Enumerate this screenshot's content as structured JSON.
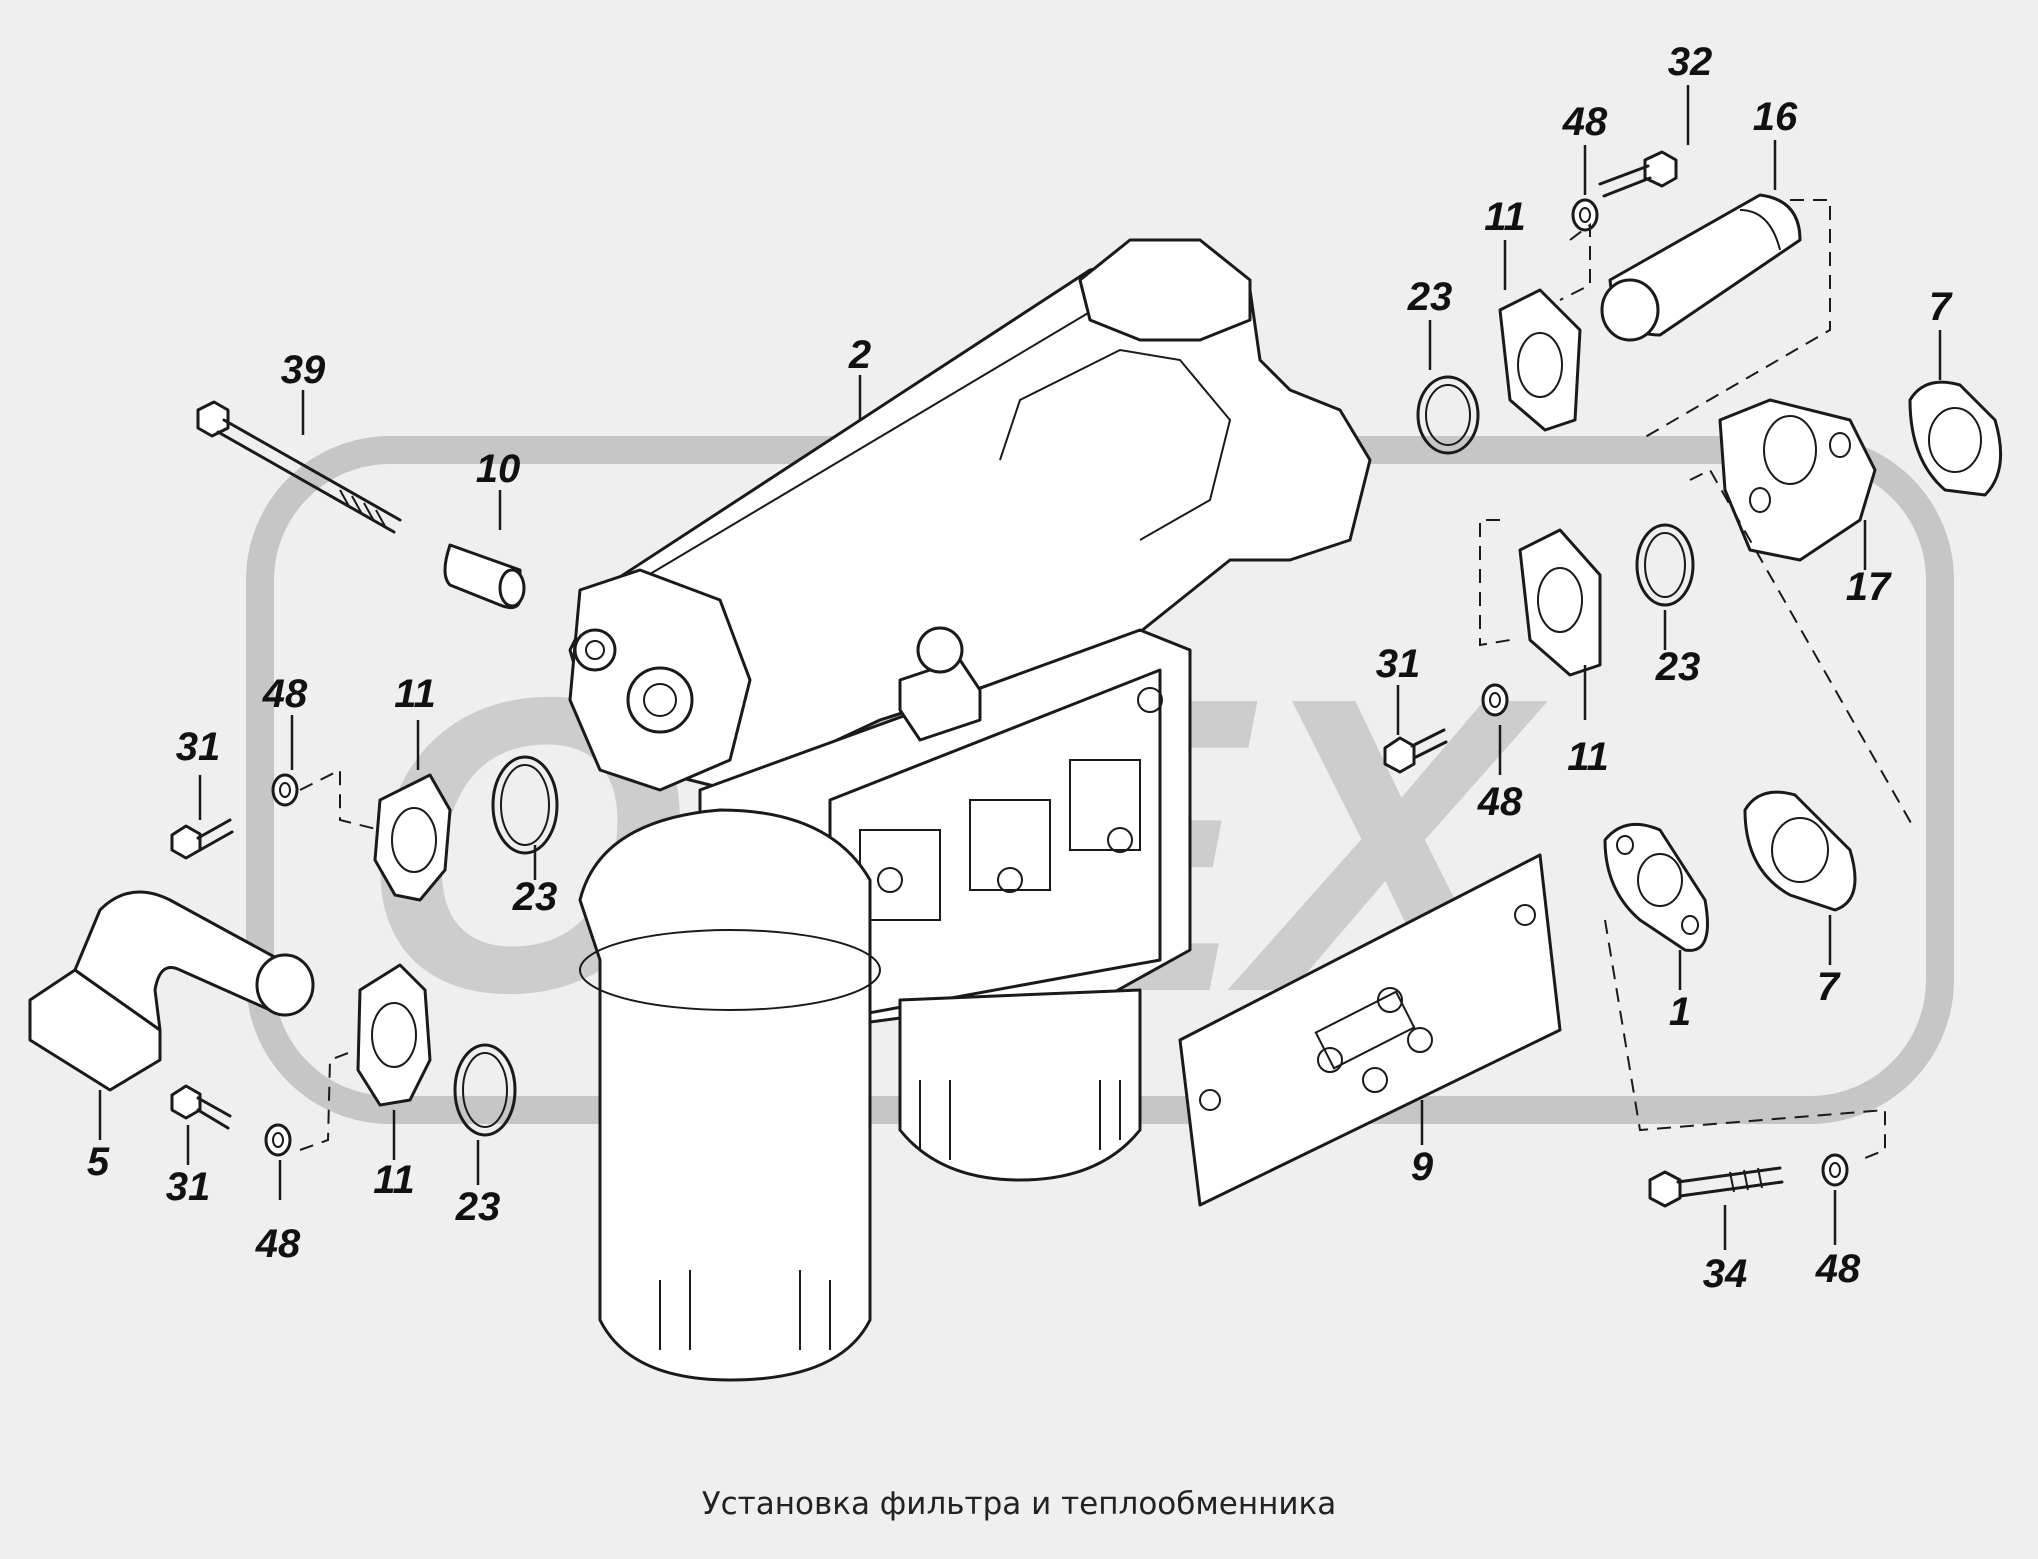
{
  "caption": "Установка фильтра и теплообменника",
  "watermark": {
    "text": "OPEX",
    "color": "#c9c9c9"
  },
  "callouts": {
    "c39": "39",
    "c10": "10",
    "c2": "2",
    "c48_a": "48",
    "c31_a": "31",
    "c11_a": "11",
    "c23_a": "23",
    "c5": "5",
    "c31_b": "31",
    "c48_b": "48",
    "c11_b": "11",
    "c23_b": "23",
    "c32": "32",
    "c48_c": "48",
    "c16": "16",
    "c11_c": "11",
    "c23_c": "23",
    "c7_a": "7",
    "c17": "17",
    "c23_d": "23",
    "c31_c": "31",
    "c48_d": "48",
    "c11_d": "11",
    "c7_b": "7",
    "c1": "1",
    "c9": "9",
    "c34": "34",
    "c48_e": "48"
  }
}
